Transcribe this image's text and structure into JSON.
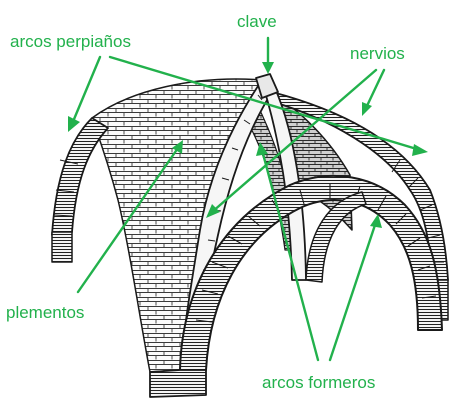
{
  "labels": {
    "arcos_perpianos": "arcos perpiaños",
    "clave": "clave",
    "nervios": "nervios",
    "plementos": "plementos",
    "arcos_formeros": "arcos formeros"
  },
  "colors": {
    "label": "#22b14c",
    "ink": "#1a1a1a",
    "background": "#ffffff"
  }
}
